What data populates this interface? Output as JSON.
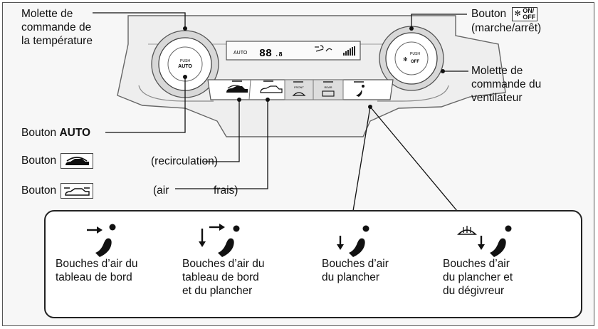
{
  "labels": {
    "temp_dial": [
      "Molette de",
      "commande de",
      "la température"
    ],
    "auto_button_prefix": "Bouton ",
    "auto_button_bold": "AUTO",
    "recirc_prefix": "Bouton",
    "recirc_note": "(recirculation)",
    "fresh_prefix": "Bouton",
    "fresh_note_a": "(air",
    "fresh_note_b": "frais)",
    "onoff_prefix": "Bouton",
    "onoff_glyph_top": "ON/",
    "onoff_glyph_bottom": "OFF",
    "onoff_note": "(marche/arrêt)",
    "fan_dial": [
      "Molette de",
      "commande du",
      "ventilateur"
    ]
  },
  "panel": {
    "display_auto": "AUTO",
    "display_temp": "88",
    "display_temp_small": ".8",
    "left_knob_top": "PUSH",
    "left_knob_bottom": "AUTO",
    "right_knob_top": "PUSH",
    "right_knob_bottom": "OFF",
    "btn_front": "FRONT",
    "btn_rear": "REAR"
  },
  "modes": [
    {
      "lines": [
        "Bouches d’air du",
        "tableau de bord"
      ],
      "icon": "dash-vent-icon"
    },
    {
      "lines": [
        "Bouches d’air du",
        "tableau de bord",
        "et du plancher"
      ],
      "icon": "dash-floor-vent-icon"
    },
    {
      "lines": [
        "Bouches d’air",
        "du plancher"
      ],
      "icon": "floor-vent-icon"
    },
    {
      "lines": [
        "Bouches d’air",
        "du plancher et",
        "du dégivreur"
      ],
      "icon": "floor-defrost-vent-icon"
    }
  ]
}
